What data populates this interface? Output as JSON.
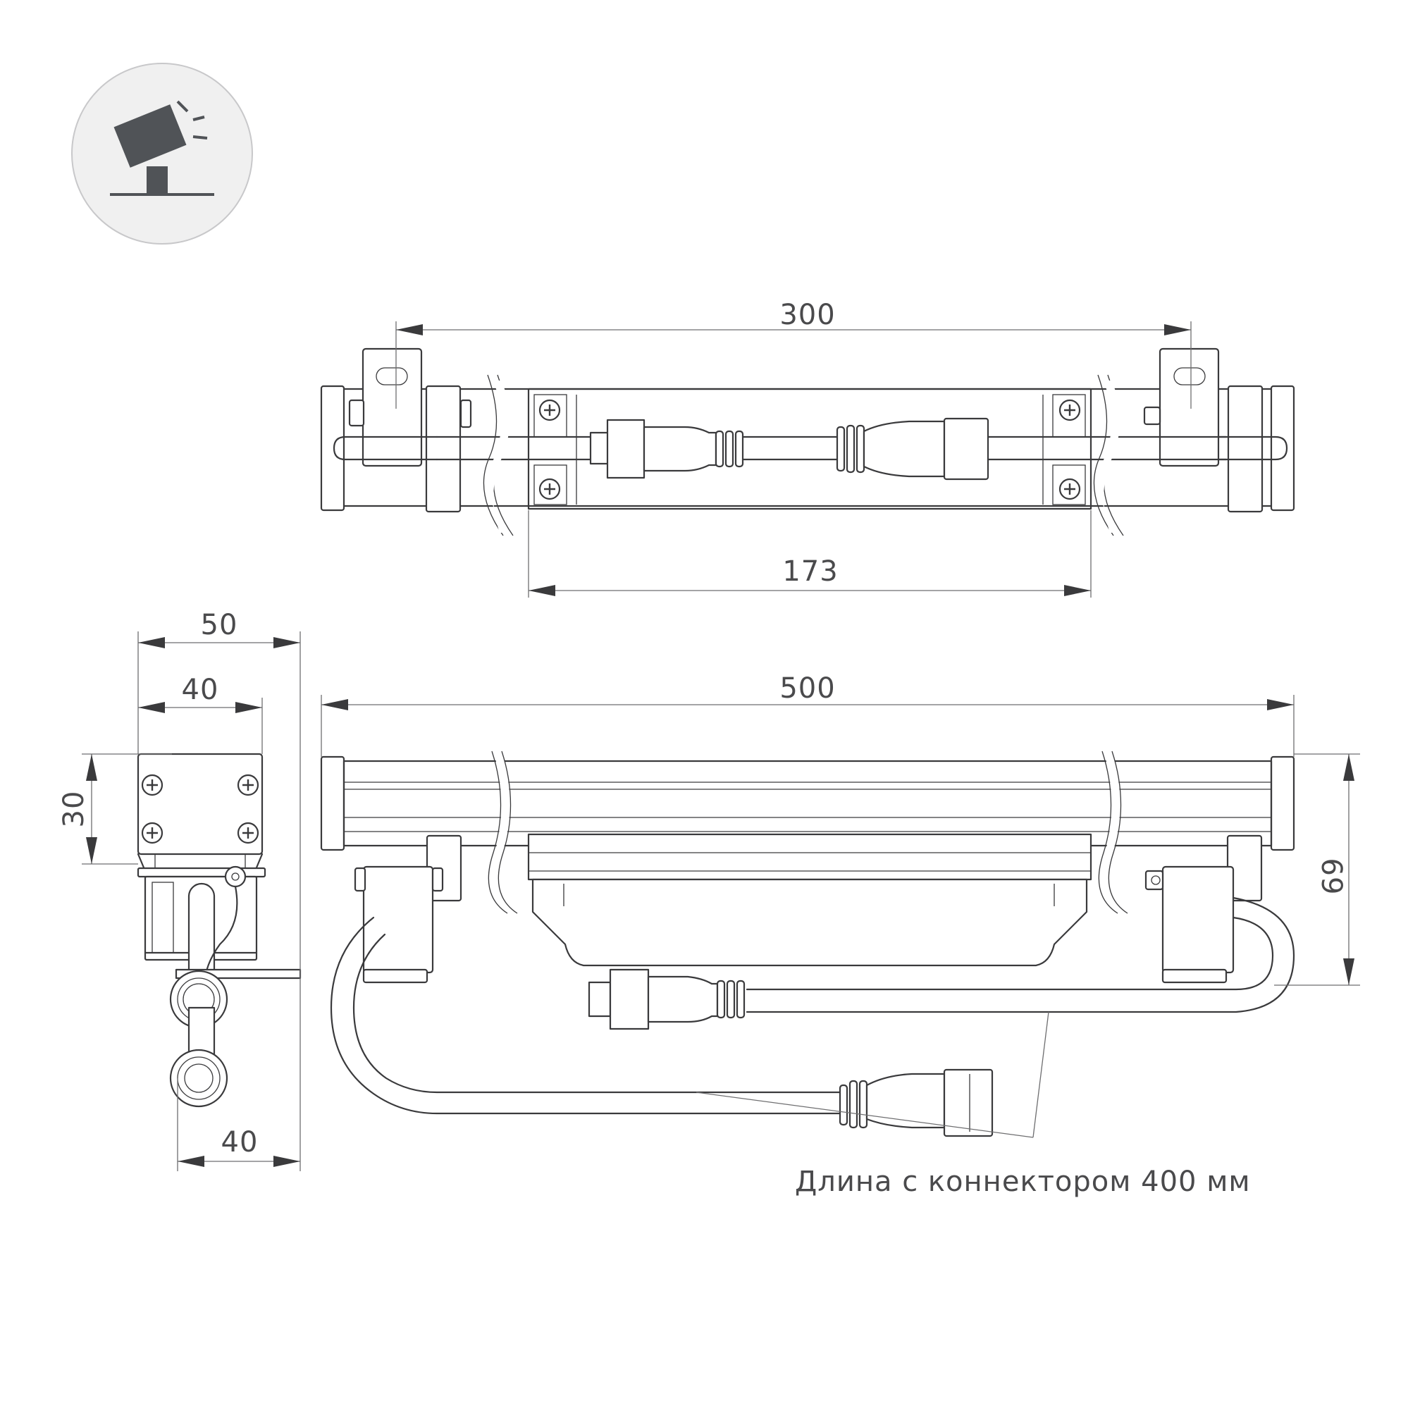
{
  "icon": {
    "name": "spotlight-mount-icon",
    "circle_fill": "#f0f0f0",
    "glyph_color": "#505357"
  },
  "dimensions": {
    "top_width": "300",
    "top_inner": "173",
    "side_width_outer": "50",
    "side_width_inner": "40",
    "side_height": "30",
    "side_base": "40",
    "front_length": "500",
    "front_height": "69"
  },
  "cable_note": "Длина с коннектором 400 мм",
  "colors": {
    "line": "#3a3a3c",
    "dimension": "#6e6e70",
    "text": "#4a4a4c"
  }
}
